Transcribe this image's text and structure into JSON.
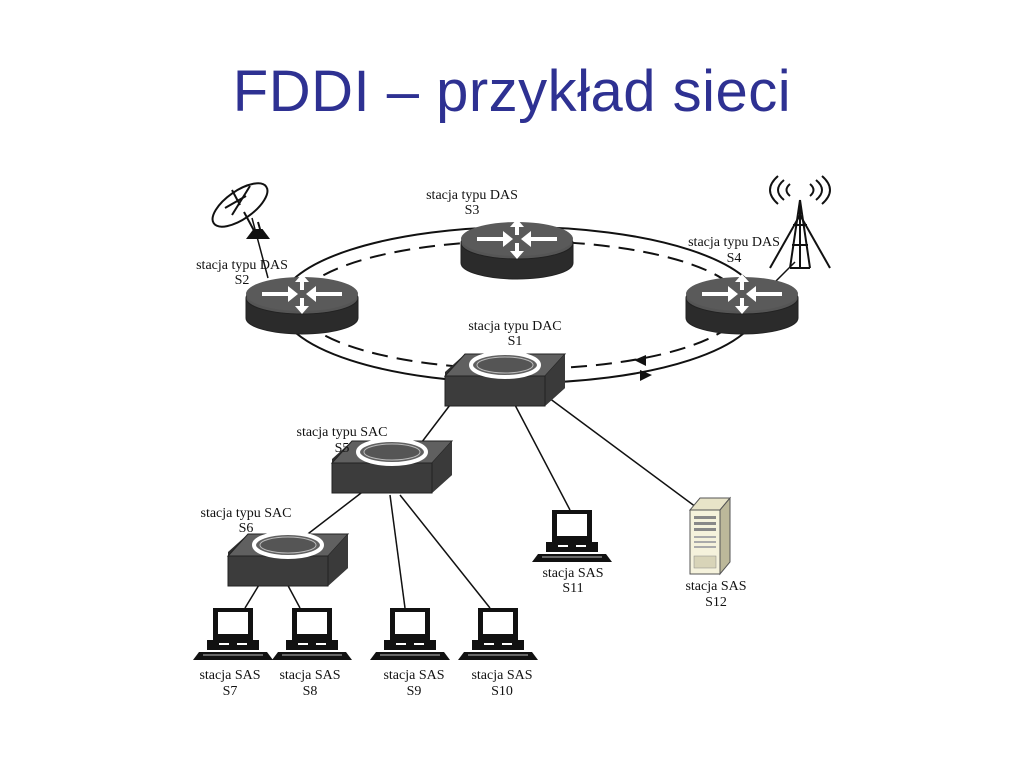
{
  "slide": {
    "title": "FDDI – przykład sieci"
  },
  "nodes": {
    "s1": {
      "line1": "stacja typu DAC",
      "line2": "S1"
    },
    "s2": {
      "line1": "stacja typu DAS",
      "line2": "S2"
    },
    "s3": {
      "line1": "stacja typu DAS",
      "line2": "S3"
    },
    "s4": {
      "line1": "stacja typu DAS",
      "line2": "S4"
    },
    "s5": {
      "line1": "stacja typu SAC",
      "line2": "S5"
    },
    "s6": {
      "line1": "stacja typu SAC",
      "line2": "S6"
    },
    "s7": {
      "line1": "stacja SAS",
      "line2": "S7"
    },
    "s8": {
      "line1": "stacja SAS",
      "line2": "S8"
    },
    "s9": {
      "line1": "stacja SAS",
      "line2": "S9"
    },
    "s10": {
      "line1": "stacja SAS",
      "line2": "S10"
    },
    "s11": {
      "line1": "stacja SAS",
      "line2": "S11"
    },
    "s12": {
      "line1": "stacja SAS",
      "line2": "S12"
    }
  },
  "icons": {
    "satellite": "satellite-dish-icon",
    "tower": "radio-tower-icon",
    "router": "router-icon",
    "concentrator": "concentrator-icon",
    "workstation": "workstation-icon",
    "server": "server-icon"
  }
}
